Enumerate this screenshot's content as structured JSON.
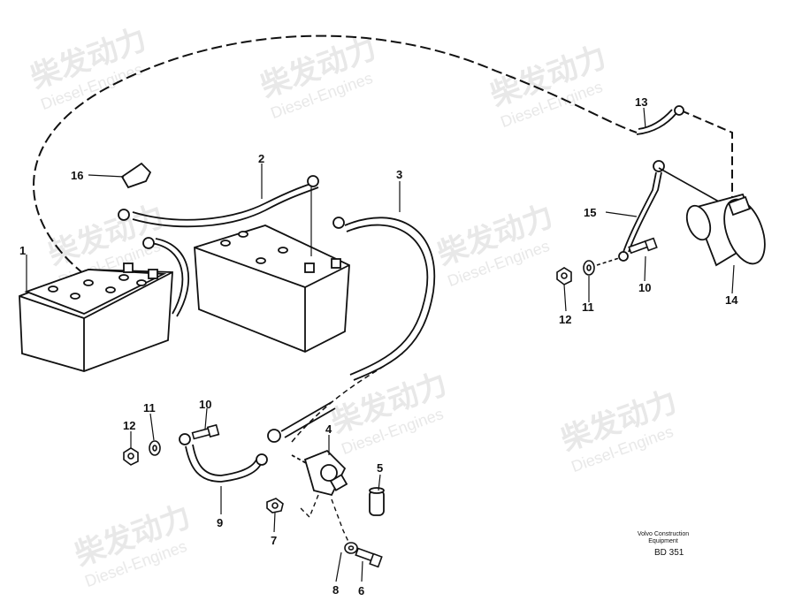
{
  "watermark": {
    "brand": "柴发动力",
    "sub": "Diesel-Engines"
  },
  "footer": {
    "line1": "Volvo Construction",
    "line2": "Equipment",
    "code": "BD 351"
  },
  "parts": {
    "p1": "1",
    "p2": "2",
    "p3": "3",
    "p4": "4",
    "p5": "5",
    "p6": "6",
    "p7": "7",
    "p8": "8",
    "p9": "9",
    "p10a": "10",
    "p10b": "10",
    "p11a": "11",
    "p11b": "11",
    "p12a": "12",
    "p12b": "12",
    "p13": "13",
    "p14": "14",
    "p15": "15",
    "p16": "16"
  }
}
